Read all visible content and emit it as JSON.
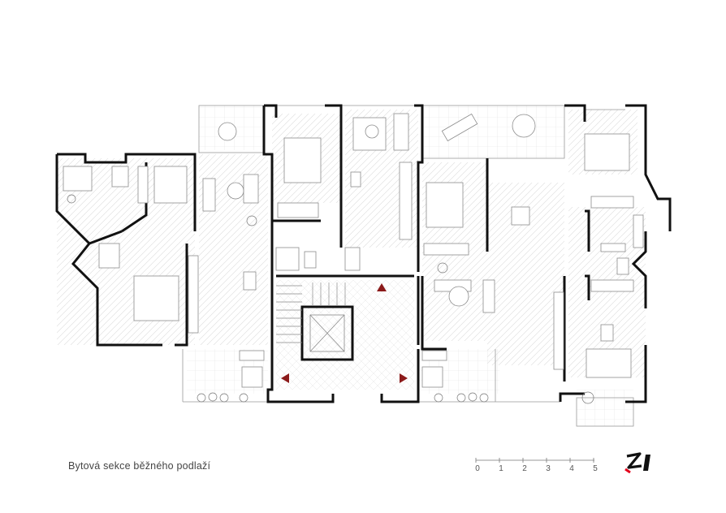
{
  "caption": "Bytová sekce běžného podlaží",
  "scale_bar": {
    "ticks": [
      "0",
      "1",
      "2",
      "3",
      "4",
      "5"
    ]
  },
  "colors": {
    "wall": "#111111",
    "hatch": "#d7d7d7",
    "furniture": "#8c8c8c",
    "arrow": "#8b1a1a",
    "logo_accent": "#e3001b"
  },
  "icons": {
    "entrance_arrows": "triangle-arrow-icon",
    "logo": "studio-logo-icon"
  }
}
